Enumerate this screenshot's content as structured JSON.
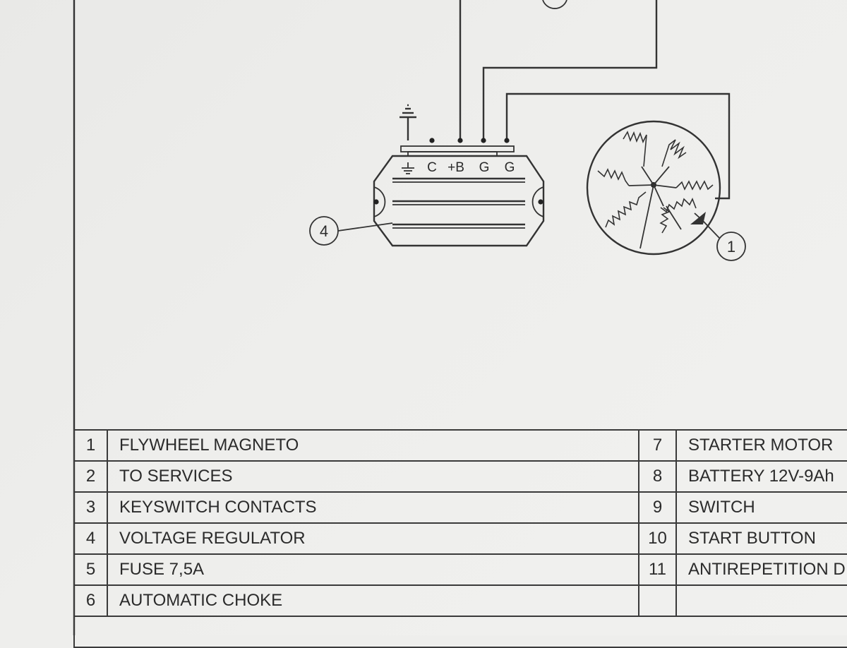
{
  "diagram": {
    "regulator_terminals": [
      "C",
      "+B",
      "G",
      "G"
    ],
    "callouts": {
      "regulator": "4",
      "magneto": "1"
    }
  },
  "legend": {
    "rows": [
      {
        "left_num": "1",
        "left_label": "FLYWHEEL MAGNETO",
        "right_num": "7",
        "right_label": "STARTER MOTOR"
      },
      {
        "left_num": "2",
        "left_label": "TO SERVICES",
        "right_num": "8",
        "right_label": "BATTERY 12V-9Ah"
      },
      {
        "left_num": "3",
        "left_label": "KEYSWITCH CONTACTS",
        "right_num": "9",
        "right_label": "SWITCH"
      },
      {
        "left_num": "4",
        "left_label": "VOLTAGE REGULATOR",
        "right_num": "10",
        "right_label": "START BUTTON"
      },
      {
        "left_num": "5",
        "left_label": "FUSE 7,5A",
        "right_num": "11",
        "right_label": "ANTIREPETITION D"
      },
      {
        "left_num": "6",
        "left_label": "AUTOMATIC CHOKE",
        "right_num": "",
        "right_label": ""
      }
    ]
  }
}
